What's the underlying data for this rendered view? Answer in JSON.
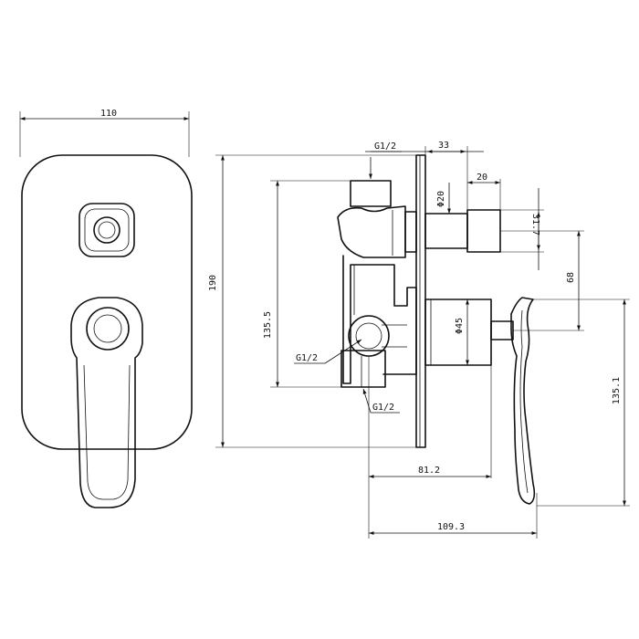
{
  "front_view": {
    "width_label": "110"
  },
  "side_view": {
    "thread_label_top": "G1/2",
    "thread_label_left": "G1/2",
    "thread_label_bottom": "G1/2",
    "dim_33": "33",
    "dim_20": "20",
    "dim_dia20": "Φ20",
    "dim_31_7": "31.7",
    "dim_68": "68",
    "dim_dia45": "Φ45",
    "dim_190": "190",
    "dim_135_5": "135.5",
    "dim_135_1": "135.1",
    "dim_81_2": "81.2",
    "dim_109_3": "109.3"
  }
}
